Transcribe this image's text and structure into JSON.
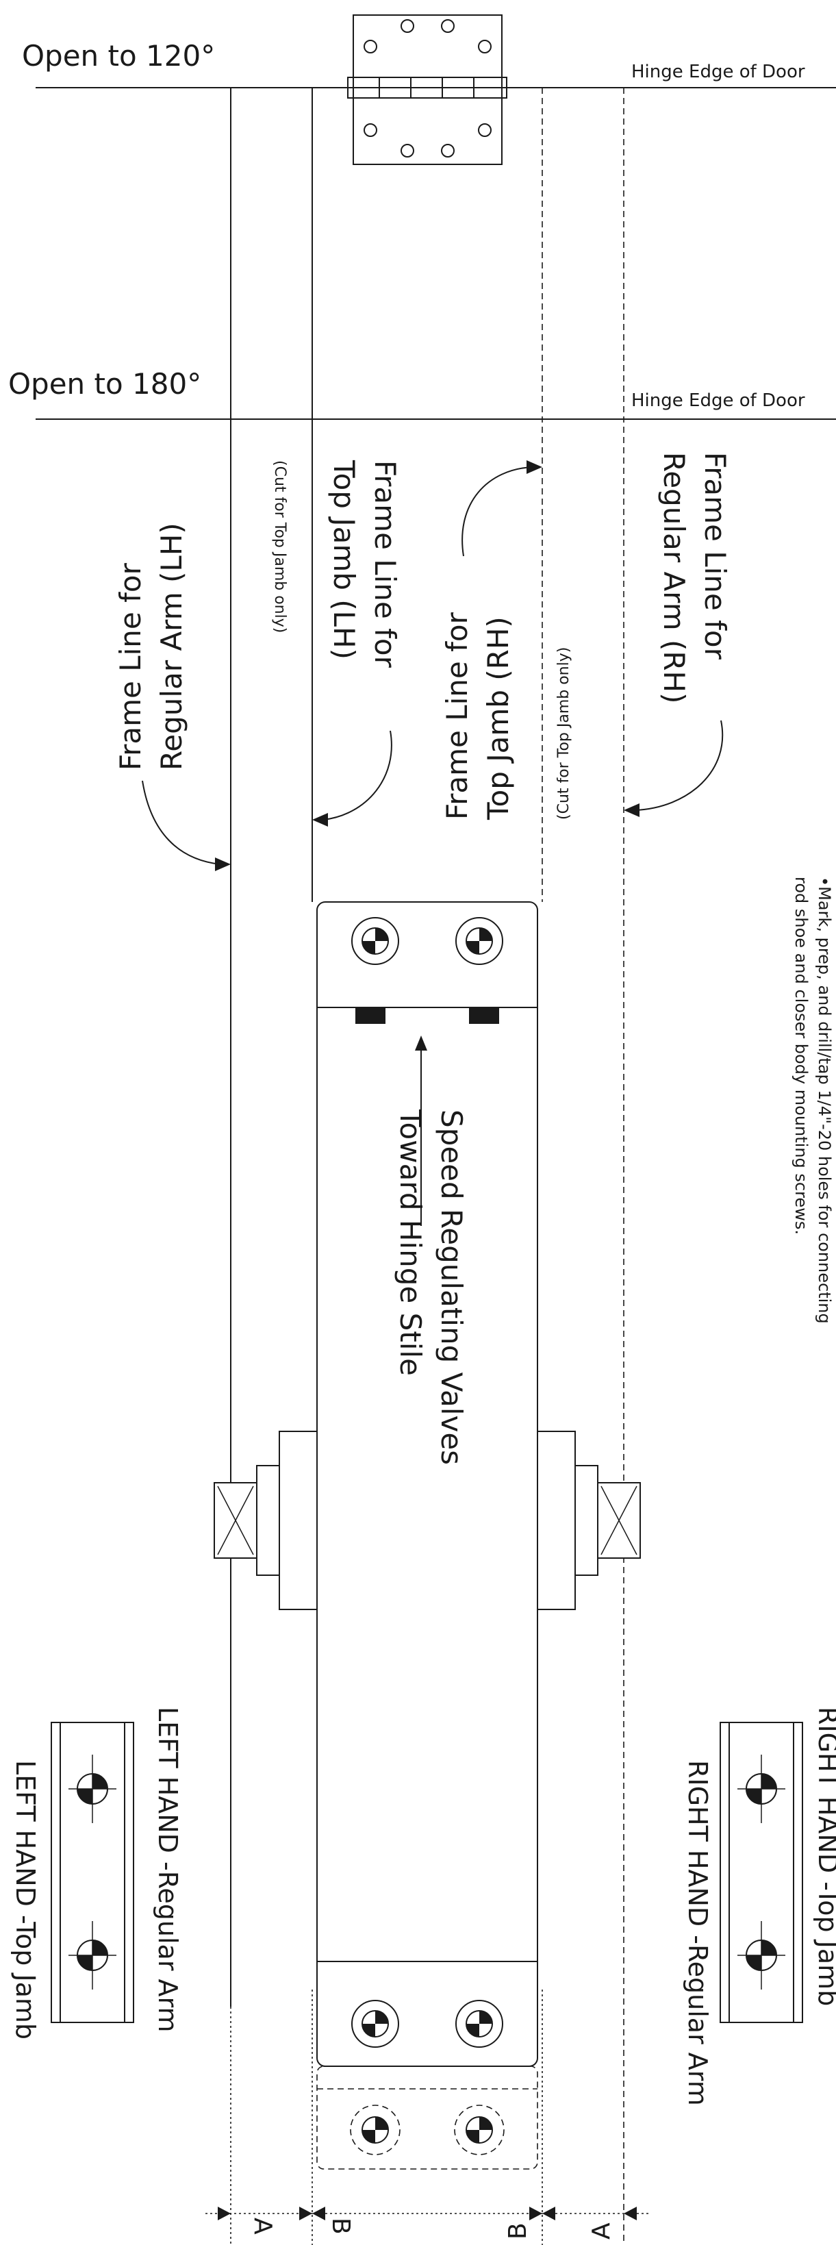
{
  "labels": {
    "open120": "Open to 120°",
    "open180": "Open to 180°",
    "hinge_edge_top": "Hinge Edge of Door",
    "hinge_edge_mid": "Hinge Edge of Door",
    "frame_lh_regular_1": "Frame Line for",
    "frame_lh_regular_2": "Regular Arm (LH)",
    "frame_lh_topjamb_1": "Frame Line for",
    "frame_lh_topjamb_2": "Top Jamb (LH)",
    "cut_lh": "(Cut for Top Jamb only)",
    "frame_rh_topjamb_1": "Frame Line for",
    "frame_rh_topjamb_2": "Top Jamb (RH)",
    "cut_rh": "(Cut for Top Jamb only)",
    "frame_rh_regular_1": "Frame Line for",
    "frame_rh_regular_2": "Regular Arm (RH)",
    "note_1": "•Mark, prep, and drill/tap 1/4\"-20 holes for connecting",
    "note_2": "rod shoe and closer body mounting screws.",
    "valves_1": "Speed Regulating Valves",
    "valves_2": "Toward Hinge Stile",
    "lh_regular_arm": "LEFT HAND -Regular Arm",
    "lh_top_jamb": "LEFT HAND -Top Jamb",
    "rh_regular_arm": "RIGHT HAND -Regular Arm",
    "rh_top_jamb": "RIGHT HAND -Top Jamb",
    "dim_a_left": "A",
    "dim_b_left": "B",
    "dim_b_right": "B",
    "dim_a_right": "A"
  }
}
